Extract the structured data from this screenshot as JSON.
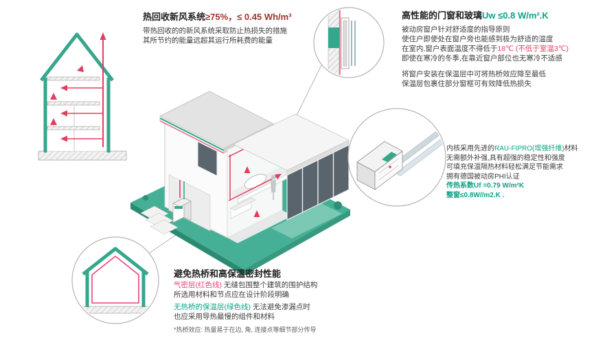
{
  "colors": {
    "teal_accent": "#0aa386",
    "teal_envelope": "#35a78c",
    "platform_teal": "#45b096",
    "red_duct": "#e23d5f",
    "pink_label": "#e5437a",
    "dark_red_heading": "#a3342f",
    "body_text": "#3d3d3d"
  },
  "illustrations": [
    "section-house-illustration",
    "isometric-house-illustration",
    "window-section-callout",
    "window-profile-callout",
    "thermal-envelope-callout"
  ],
  "ventilation": {
    "title_black": "热回收新风系统",
    "title_accent": "≥75%，≤ 0.45 Wh/m³",
    "line1": "带热回收的的新风系统采取防止热损失的措施",
    "line2": "其所节约的能量远超其运行所耗费的能量"
  },
  "windows": {
    "title_black": "高性能的门窗和玻璃",
    "title_accent": "Uw ≤0.8 W/m².K",
    "p1_l1": "被动房窗户针对舒适度的指导原则",
    "p1_l2": "使住户即使处在窗户旁也能感到极为舒适的温度",
    "p1_l3a": "在室内,窗户表面温度不得低于",
    "p1_l3b": "18℃",
    "p1_l3c": " (不低于室温3℃)",
    "p1_l4": "即使在寒冷的冬季,在靠近窗户部位也无寒冷不适感",
    "p2_l1": "将窗户安装在保温层中可将热桥效应降至最低",
    "p2_l2": "保温层包裹住部分窗框可有效降低热损失"
  },
  "profile": {
    "l1a": "内核采用先进的",
    "l1b": "RAU-FIPRO(增强纤维)",
    "l1c": "材料",
    "l2": "无需额外补强,具有超强的稳定性和强度",
    "l3": "可填充保温隔热材料轻松满足节能需求",
    "l4": "拥有德国被动房PHI认证",
    "l5": "传热系数Uf =0.79 W/m²K",
    "l6": "整窗≤0.8W//m2.K ."
  },
  "thermal": {
    "title": "避免热桥和高保温密封性能",
    "p1a": "气密层(红色线)",
    "p1b": " 无缝包围整个建筑的围护结构",
    "p1_l2": "所选用材料和节点应在设计阶段明确",
    "p2a": "无热桥的保温层(绿色线)",
    "p2b": " 无法避免渗漏点时",
    "p2_l2": "也应采用导热最慢的组件和材料",
    "footnote": "*热桥效应: 热量易于在边, 角, 连接点等细节部分传导"
  }
}
